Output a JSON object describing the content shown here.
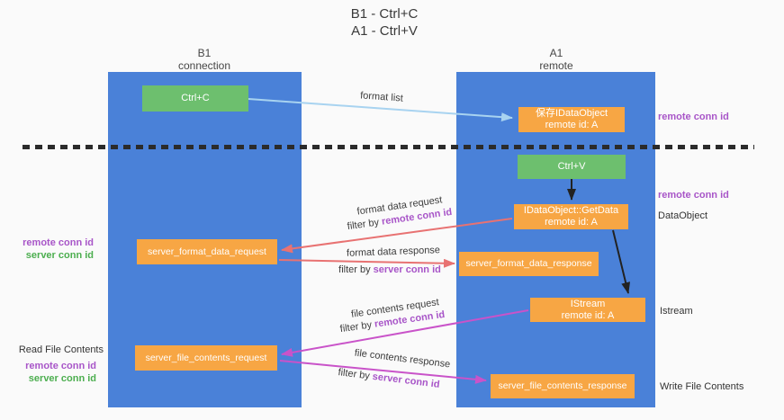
{
  "title": {
    "line1": "B1 - Ctrl+C",
    "line2": "A1 - Ctrl+V"
  },
  "columns": {
    "left": {
      "name": "B1",
      "role": "connection"
    },
    "right": {
      "name": "A1",
      "role": "remote"
    }
  },
  "boxes": {
    "ctrl_c": "Ctrl+C",
    "ctrl_v": "Ctrl+V",
    "save_idataobject": {
      "line1": "保存IDataObject",
      "line2": "remote id: A"
    },
    "getdata": {
      "line1": "IDataObject::GetData",
      "line2": "remote id: A"
    },
    "istream": {
      "line1": "IStream",
      "line2": "remote id: A"
    },
    "server_format_data_request": "server_format_data_request",
    "server_format_data_response": "server_format_data_response",
    "server_file_contents_request": "server_file_contents_request",
    "server_file_contents_response": "server_file_contents_response"
  },
  "arrows": {
    "format_list": "format list",
    "format_data_request": "format data request",
    "format_data_response": "format data response",
    "file_contents_request": "file contents request",
    "file_contents_response": "file contents response",
    "filter_by": "filter by ",
    "remote_conn_id": "remote conn id",
    "server_conn_id": "server conn id"
  },
  "side_labels": {
    "remote_conn_id_top_right": "remote conn id",
    "remote_conn_id_mid_right": "remote conn id",
    "dataobject": "DataObject",
    "istream": "Istream",
    "write_file_contents": "Write File Contents",
    "read_file_contents": "Read File Contents",
    "remote_conn_id_left_1": "remote conn id",
    "server_conn_id_left_1": "server conn id",
    "remote_conn_id_left_2": "remote conn id",
    "server_conn_id_left_2": "server conn id"
  },
  "colors": {
    "column_blue": "#4a81d8",
    "box_orange": "#f7a644",
    "box_green": "#6dbf6e",
    "arrow_light_blue": "#a8d3f0",
    "arrow_red": "#e87272",
    "arrow_magenta": "#c953c9",
    "arrow_black": "#222222",
    "label_purple": "#a855c8",
    "label_green": "#4cae4f",
    "dashed_line": "#2b2b2b"
  }
}
